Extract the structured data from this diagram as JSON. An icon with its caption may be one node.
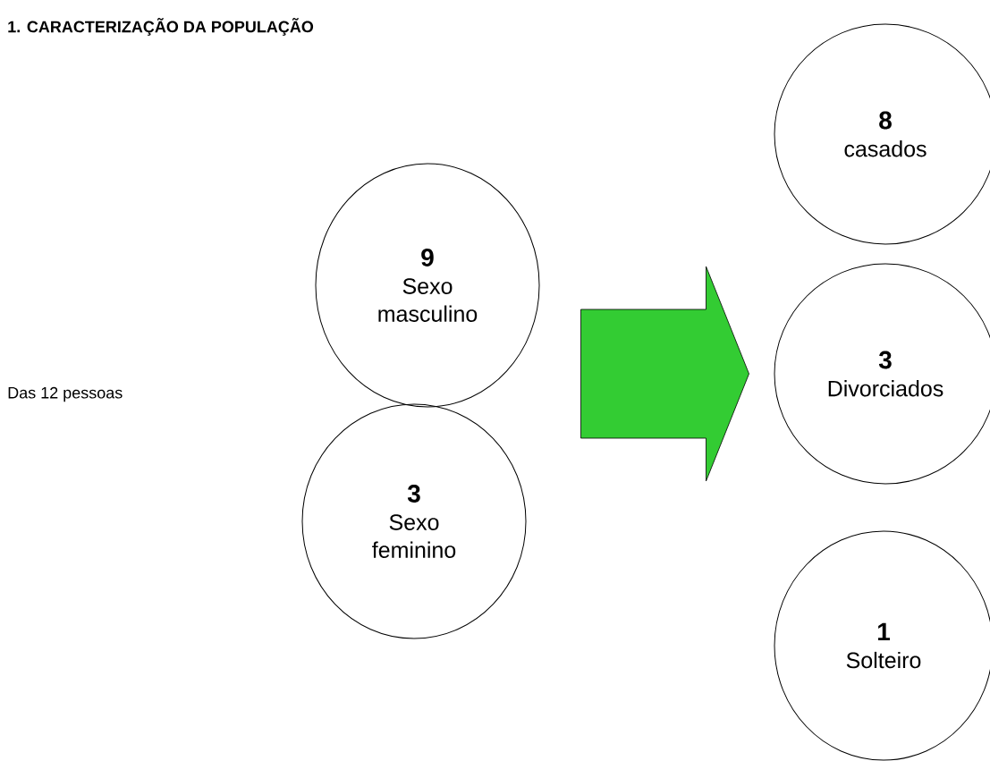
{
  "diagram": {
    "title": "1. CARACTERIZAÇÃO DA POPULAÇÃO",
    "nodes": [
      {
        "text": [
          "9",
          "Sexo masculino"
        ]
      },
      {
        "text": [
          "3",
          "Sexo feminino"
        ]
      },
      {
        "text": [
          "8",
          "casados"
        ]
      },
      {
        "text": [
          "3",
          "Divorciados"
        ]
      },
      {
        "text": [
          "1",
          "Solteiro"
        ]
      }
    ],
    "edges": [
      {
        "from": null,
        "to": 3,
        "arrow": "to",
        "color": "#33cc33"
      }
    ],
    "labels": [
      "Das 12 pessoas"
    ]
  }
}
